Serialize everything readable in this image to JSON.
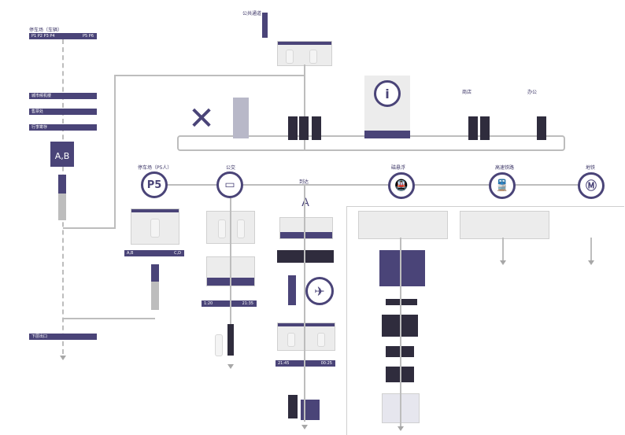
{
  "nodes": {
    "top_entrance": "公共通道",
    "parking_top": "停车场（车辆）",
    "parking_top_sub": "P1 P2 P3 P4",
    "parking_top_sub_right": "P5 P6",
    "left_band_1": "城市候机楼",
    "left_band_2": "售票处",
    "left_band_3": "行李寄存",
    "left_ab_label": "A,B",
    "left_bottom_band": "下层出口",
    "parking_p5_label": "停车场（P5人）",
    "p5": "P5",
    "p5_band_left": "A,B",
    "p5_band_right": "C,D",
    "bus_label": "公交",
    "bus_times_left": "1:20",
    "bus_times_right": "21:35",
    "center_label": "到达",
    "center_a": "A",
    "center_times_left": "21:45",
    "center_times_right": "00:25",
    "metro_label": "磁悬浮",
    "hsr_label": "高速铁路",
    "subway_label": "地铁",
    "info_icon": "i",
    "shop_label": "商店",
    "toilet_label": "办公"
  },
  "colors": {
    "purple": "#4a4478",
    "grey": "#bdbdbd",
    "dark": "#2f2c3d"
  }
}
